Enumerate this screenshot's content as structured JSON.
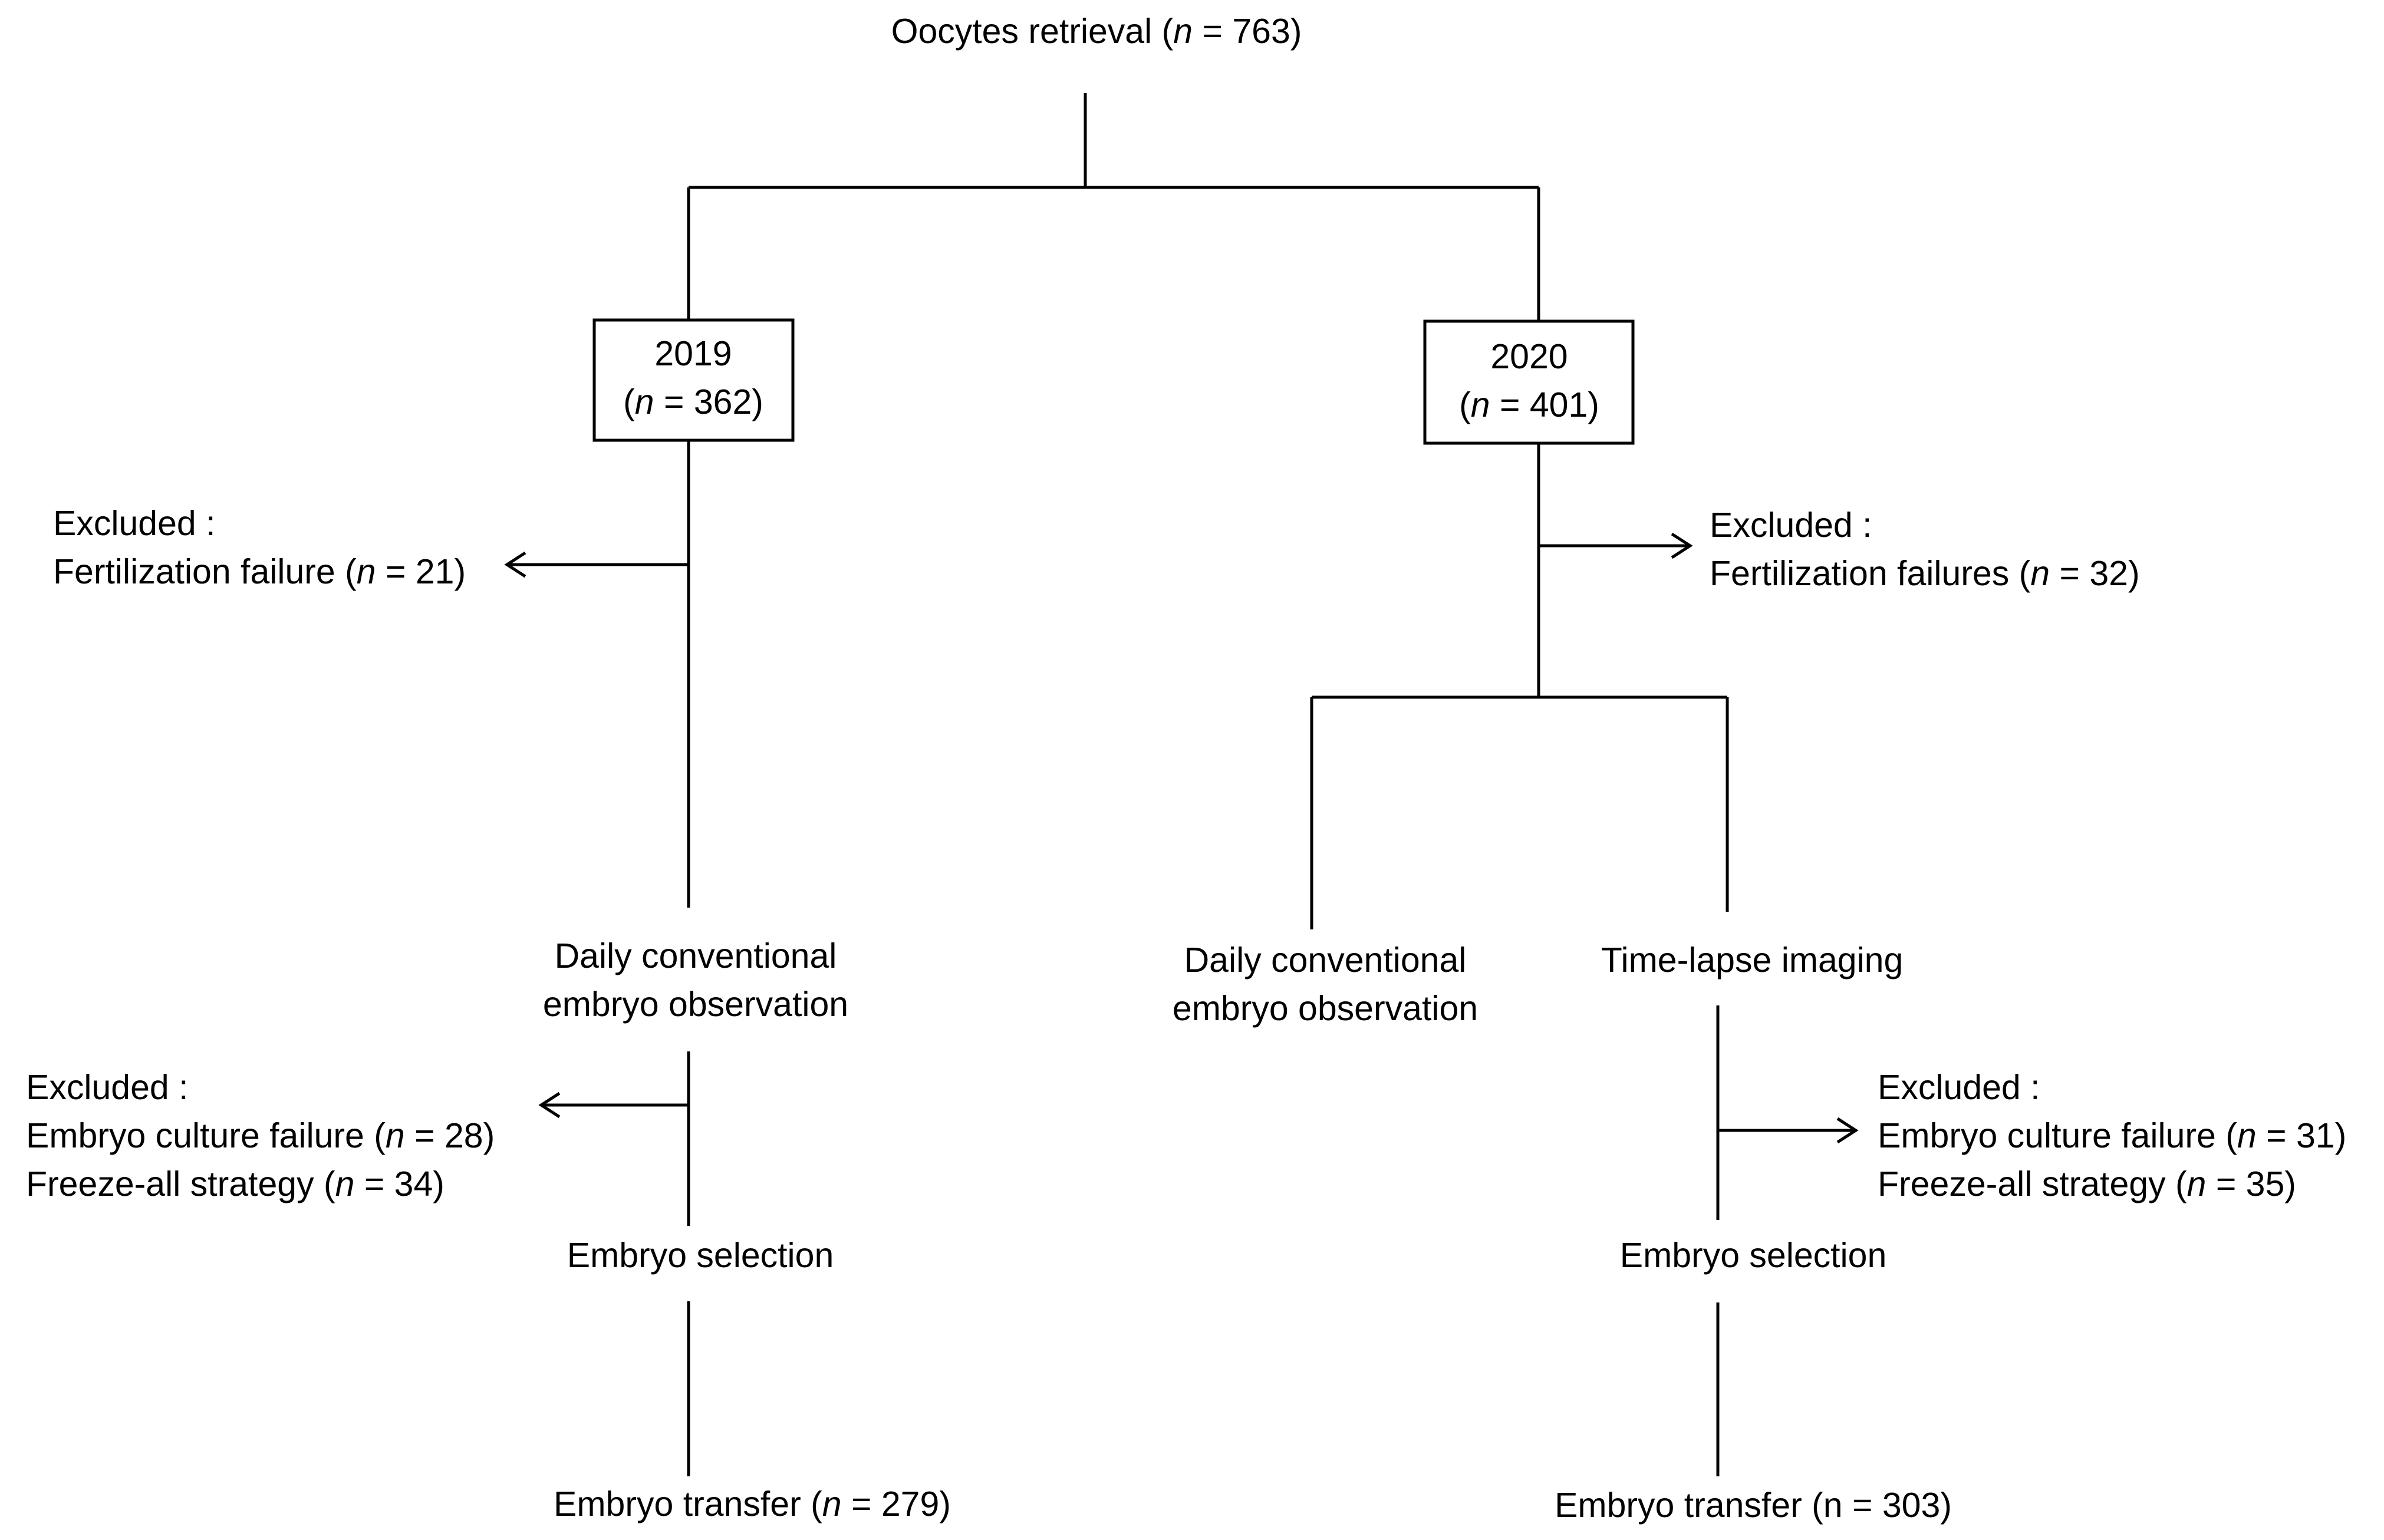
{
  "root": {
    "label": "Oocytes retrieval (",
    "n_symbol": "n",
    "count_text": " = 763)"
  },
  "year_2019": {
    "year": "2019",
    "n_open": "(",
    "n_symbol": "n",
    "count_text": " = 362)",
    "exclusion_1": {
      "heading": "Excluded :",
      "line1_label": "Fertilization failure (",
      "line1_n": "n",
      "line1_count": " = 21)"
    },
    "method": {
      "line1": "Daily conventional",
      "line2": "embryo observation"
    },
    "exclusion_2": {
      "heading": "Excluded :",
      "line1_label": "Embryo culture failure (",
      "line1_n": "n",
      "line1_count": " = 28)",
      "line2_label": "Freeze-all strategy (",
      "line2_n": "n",
      "line2_count": " = 34)"
    },
    "selection": "Embryo selection",
    "transfer": {
      "label": "Embryo transfer (",
      "n_symbol": "n",
      "count_text": " = 279)"
    }
  },
  "year_2020": {
    "year": "2020",
    "n_open": "(",
    "n_symbol": "n",
    "count_text": " = 401)",
    "exclusion_1": {
      "heading": "Excluded :",
      "line1_label": "Fertilization failures (",
      "line1_n": "n",
      "line1_count": " = 32)"
    },
    "method_conventional": {
      "line1": "Daily conventional",
      "line2": "embryo observation"
    },
    "method_timelapse": "Time-lapse imaging",
    "exclusion_2": {
      "heading": "Excluded :",
      "line1_label": "Embryo culture failure (",
      "line1_n": "n",
      "line1_count": " = 31)",
      "line2_label": "Freeze-all strategy (",
      "line2_n": "n",
      "line2_count": " = 35)"
    },
    "selection": "Embryo selection",
    "transfer": "Embryo transfer (n = 303)"
  }
}
